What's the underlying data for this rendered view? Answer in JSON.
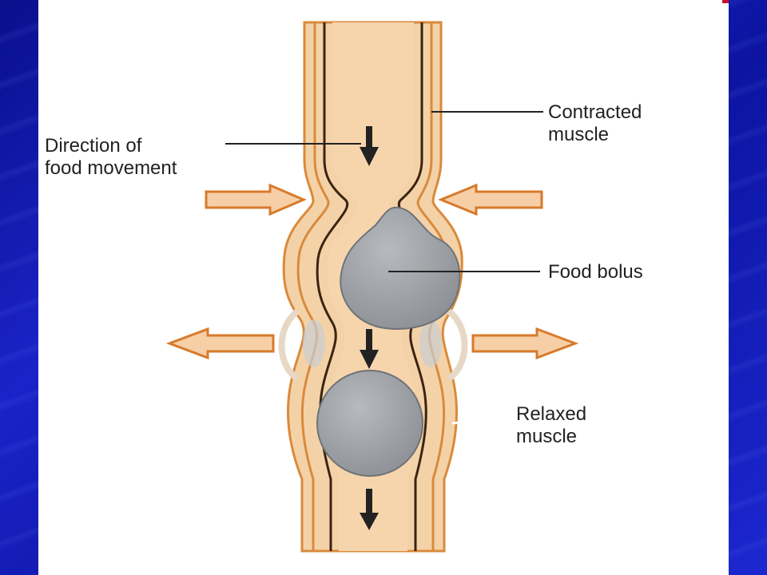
{
  "figure": {
    "labels": {
      "direction": [
        "Direction of",
        "food movement"
      ],
      "contracted": [
        "Contracted",
        "muscle"
      ],
      "bolus": "Food bolus",
      "relaxed": [
        "Relaxed",
        "muscle"
      ]
    }
  },
  "colors": {
    "muscle_tan": "#f2c99a",
    "muscle_orange": "#d98a3c",
    "lining_dark": "#3a2410",
    "bolus_gray": "#9a9ea3",
    "arrow_fill": "#f6cfa6",
    "arrow_stroke": "#d77a2c"
  }
}
